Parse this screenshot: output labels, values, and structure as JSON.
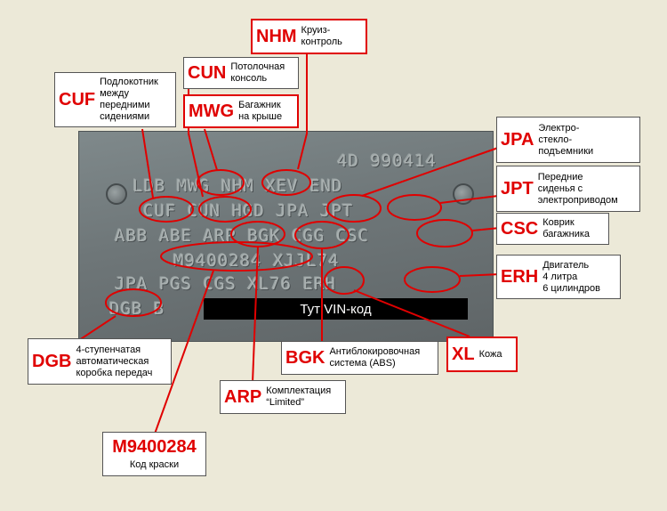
{
  "plate": {
    "rows": [
      "4D  990414",
      "LDB  MWG  NHM  XEV  END",
      "CUF  CUN  HGD  JPA  JPT",
      "ABB  ABE  ARP  BGK  CGG  CSC",
      "M9400284        XJJL74",
      "JPA  PGS  CGS   XL76  ERH",
      "DGB  B"
    ]
  },
  "vin_bar": "Тут VIN-код",
  "labels": [
    {
      "id": "nhm",
      "code": "NHM",
      "desc": [
        "Круиз-",
        "контроль"
      ]
    },
    {
      "id": "cun",
      "code": "CUN",
      "desc": [
        "Потолочная",
        "консоль"
      ]
    },
    {
      "id": "cuf",
      "code": "CUF",
      "desc": [
        "Подлокотник",
        "между",
        "передними",
        "сидениями"
      ]
    },
    {
      "id": "mwg",
      "code": "MWG",
      "desc": [
        "Багажник",
        "на крыше"
      ]
    },
    {
      "id": "jpa",
      "code": "JPA",
      "desc": [
        "Электро-",
        "стекло-",
        "подъемники"
      ]
    },
    {
      "id": "jpt",
      "code": "JPT",
      "desc": [
        "Передние",
        "сиденья с",
        "электроприводом"
      ]
    },
    {
      "id": "csc",
      "code": "CSC",
      "desc": [
        "Коврик",
        "багажника"
      ]
    },
    {
      "id": "erh",
      "code": "ERH",
      "desc": [
        "Двигатель",
        "4 литра",
        "6 цилиндров"
      ]
    },
    {
      "id": "dgb",
      "code": "DGB",
      "desc": [
        "4-ступенчатая",
        "автоматическая",
        "коробка передач"
      ]
    },
    {
      "id": "bgk",
      "code": "BGK",
      "desc": [
        "Антиблокировочная",
        "система (ABS)"
      ]
    },
    {
      "id": "xl",
      "code": "XL",
      "desc": [
        "Кожа"
      ]
    },
    {
      "id": "arp",
      "code": "ARP",
      "desc": [
        "Комплектация",
        "“Limited”"
      ]
    },
    {
      "id": "m94",
      "code": "M9400284",
      "desc": [
        "Код краски"
      ]
    }
  ]
}
